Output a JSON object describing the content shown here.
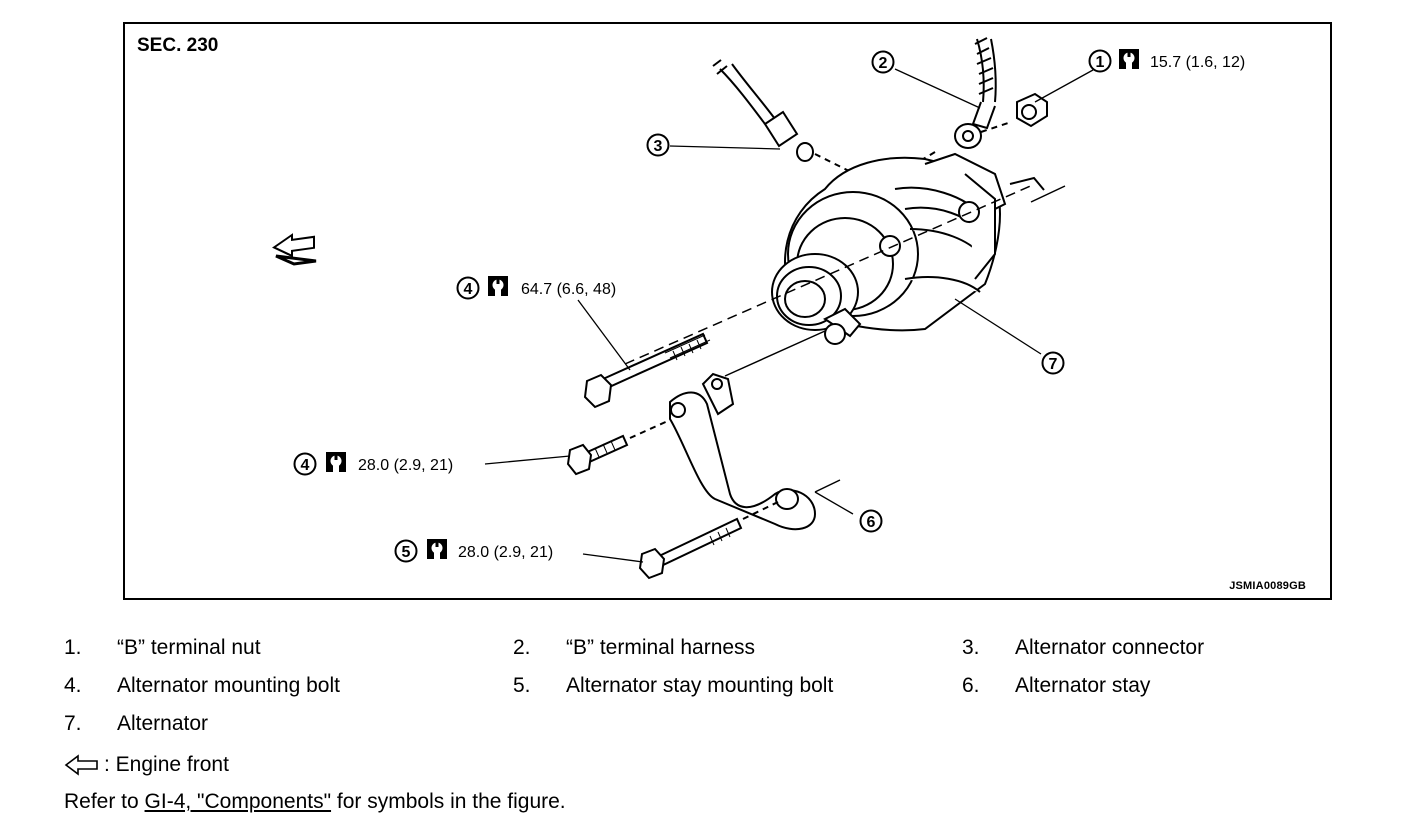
{
  "figure": {
    "section_label": "SEC. 230",
    "figure_code": "JSMIA0089GB",
    "callouts": [
      {
        "number": "1",
        "torque": "15.7 (1.6, 12)"
      },
      {
        "number": "2",
        "torque": ""
      },
      {
        "number": "3",
        "torque": ""
      },
      {
        "number": "4",
        "torque": "64.7 (6.6, 48)"
      },
      {
        "number": "4",
        "torque": "28.0 (2.9, 21)"
      },
      {
        "number": "5",
        "torque": "28.0 (2.9, 21)"
      },
      {
        "number": "6",
        "torque": ""
      },
      {
        "number": "7",
        "torque": ""
      }
    ],
    "icons": {
      "torque": "torque-wrench-icon",
      "front": "engine-front-arrow-icon"
    }
  },
  "legend": [
    {
      "num": "1.",
      "label": "“B” terminal nut"
    },
    {
      "num": "2.",
      "label": "“B” terminal harness"
    },
    {
      "num": "3.",
      "label": "Alternator connector"
    },
    {
      "num": "4.",
      "label": "Alternator mounting bolt"
    },
    {
      "num": "5.",
      "label": "Alternator stay mounting bolt"
    },
    {
      "num": "6.",
      "label": "Alternator stay"
    },
    {
      "num": "7.",
      "label": "Alternator"
    }
  ],
  "front_note": ": Engine front",
  "refer": {
    "prefix": "Refer to ",
    "link": "GI-4, \"Components\"",
    "suffix": " for symbols in the figure."
  }
}
